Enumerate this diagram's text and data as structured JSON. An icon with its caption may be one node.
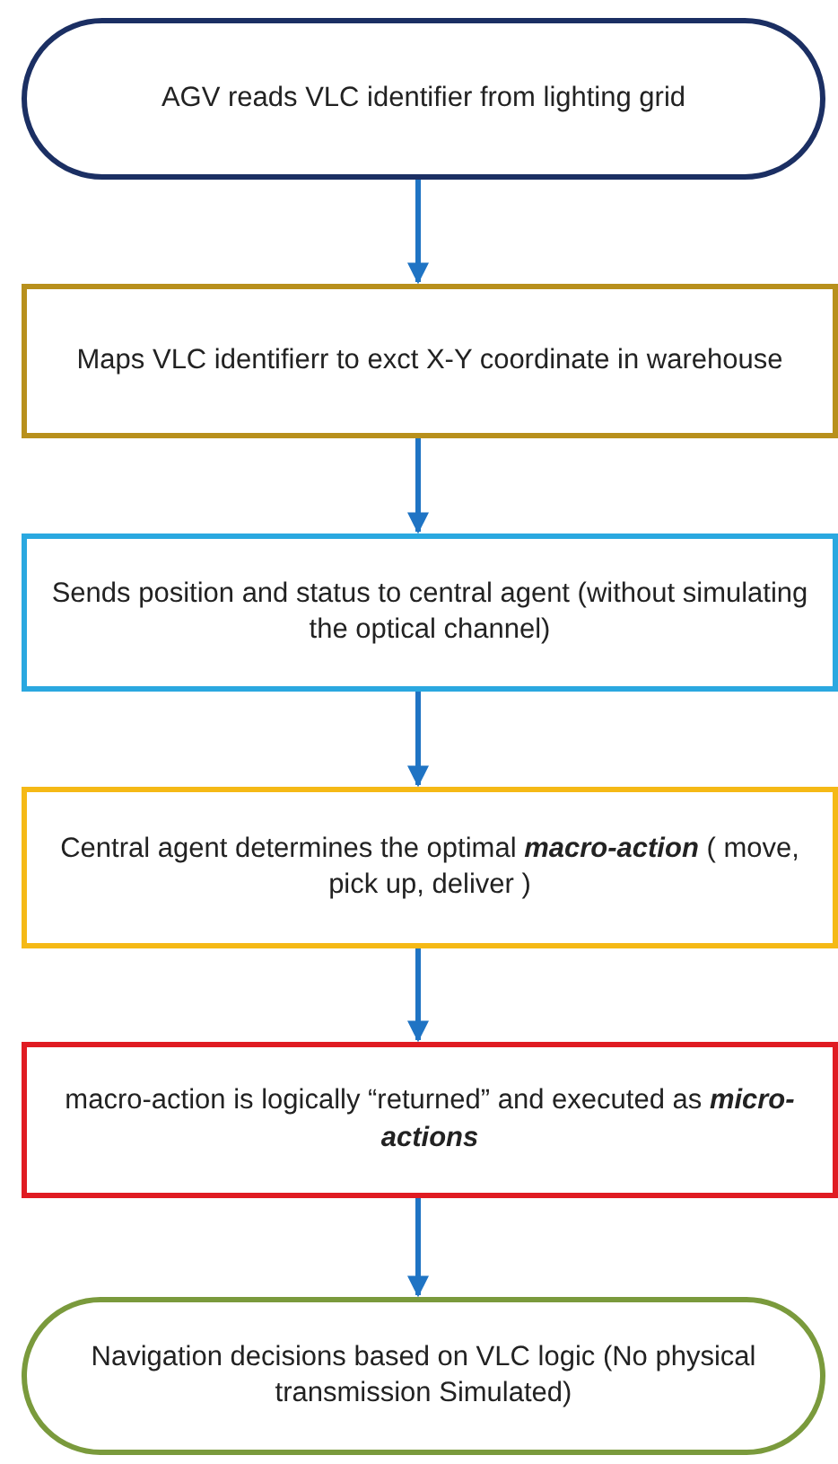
{
  "diagram": {
    "nodes": [
      {
        "text": [
          "AGV reads VLC identifier from lighting grid"
        ]
      },
      {
        "text": [
          "Maps VLC identifierr to exct X-Y coordinate in warehouse"
        ]
      },
      {
        "text": [
          "Sends position and status to central agent (without simulating the optical channel)"
        ]
      },
      {
        "text": [
          "Central agent determines the optimal **macro-action** ( move, pick up, deliver )"
        ]
      },
      {
        "text": [
          "macro-action is logically “returned”  and executed as **micro-actions**"
        ]
      },
      {
        "text": [
          "Navigation decisions based on VLC logic (No physical transmission Simulated)"
        ]
      }
    ],
    "edges": [
      {
        "from": 0,
        "to": 1,
        "arrow": "to"
      },
      {
        "from": 1,
        "to": 2,
        "arrow": "to"
      },
      {
        "from": 2,
        "to": 3,
        "arrow": "to"
      },
      {
        "from": 3,
        "to": 4,
        "arrow": "to"
      },
      {
        "from": 4,
        "to": 5,
        "arrow": "to"
      }
    ]
  }
}
